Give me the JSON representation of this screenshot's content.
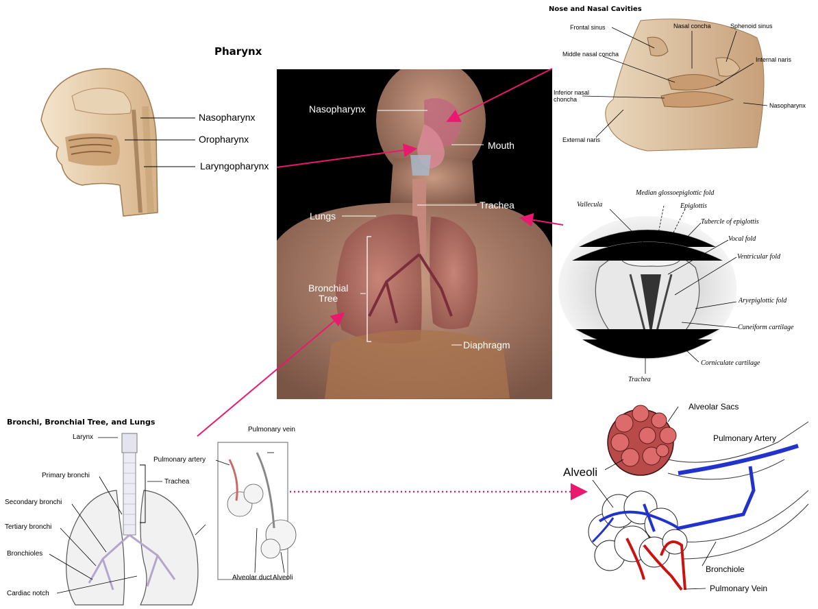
{
  "pharynx": {
    "title": "Pharynx",
    "labels": [
      "Nasopharynx",
      "Oropharynx",
      "Laryngopharynx"
    ]
  },
  "center_figure": {
    "labels": {
      "nasopharynx": "Nasopharynx",
      "mouth": "Mouth",
      "trachea": "Trachea",
      "lungs": "Lungs",
      "bronchial_1": "Bronchial",
      "bronchial_2": "Tree",
      "diaphragm": "Diaphragm"
    }
  },
  "nose": {
    "title": "Nose and Nasal Cavities",
    "labels": {
      "frontal_sinus": "Frontal sinus",
      "nasal_concha": "Nasal concha",
      "sphenoid_sinus": "Sphenoid sinus",
      "middle_nasal_concha": "Middle nasal concha",
      "internal_naris": "Internal naris",
      "inferior_nasal_1": "Inferior nasal",
      "inferior_nasal_2": "choncha",
      "nasopharynx": "Nasopharynx",
      "external_naris": "External naris"
    }
  },
  "larynx": {
    "labels": {
      "median": "Median glossoepiglottic fold",
      "vallecula": "Vallecula",
      "epiglottis": "Epiglottis",
      "tubercle": "Tubercle of epiglottis",
      "vocal_fold": "Vocal fold",
      "ventricular_fold": "Ventricular fold",
      "aryepiglottic_fold": "Aryepiglottic fold",
      "cuneiform": "Cuneiform cartilage",
      "corniculate": "Corniculate cartilage",
      "trachea": "Trachea"
    }
  },
  "bronchi": {
    "title": "Bronchi, Bronchial Tree, and Lungs",
    "labels": {
      "larynx": "Larynx",
      "primary": "Primary bronchi",
      "trachea": "Trachea",
      "secondary": "Secondary bronchi",
      "tertiary": "Tertiary bronchi",
      "bronchioles": "Bronchioles",
      "cardiac_notch": "Cardiac notch",
      "pulmonary_vein": "Pulmonary vein",
      "pulmonary_artery": "Pulmonary artery",
      "alveolar_duct": "Alveolar duct",
      "alveoli": "Alveoli"
    }
  },
  "alveoli": {
    "labels": {
      "alveolar_sacs": "Alveolar Sacs",
      "pulmonary_artery": "Pulmonary Artery",
      "alveoli": "Alveoli",
      "bronchiole": "Bronchiole",
      "pulmonary_vein": "Pulmonary Vein"
    }
  },
  "colors": {
    "arrow": "#e8196e",
    "artery": "#2233cc",
    "vein": "#cc1111",
    "sac": "#b84a4a"
  }
}
